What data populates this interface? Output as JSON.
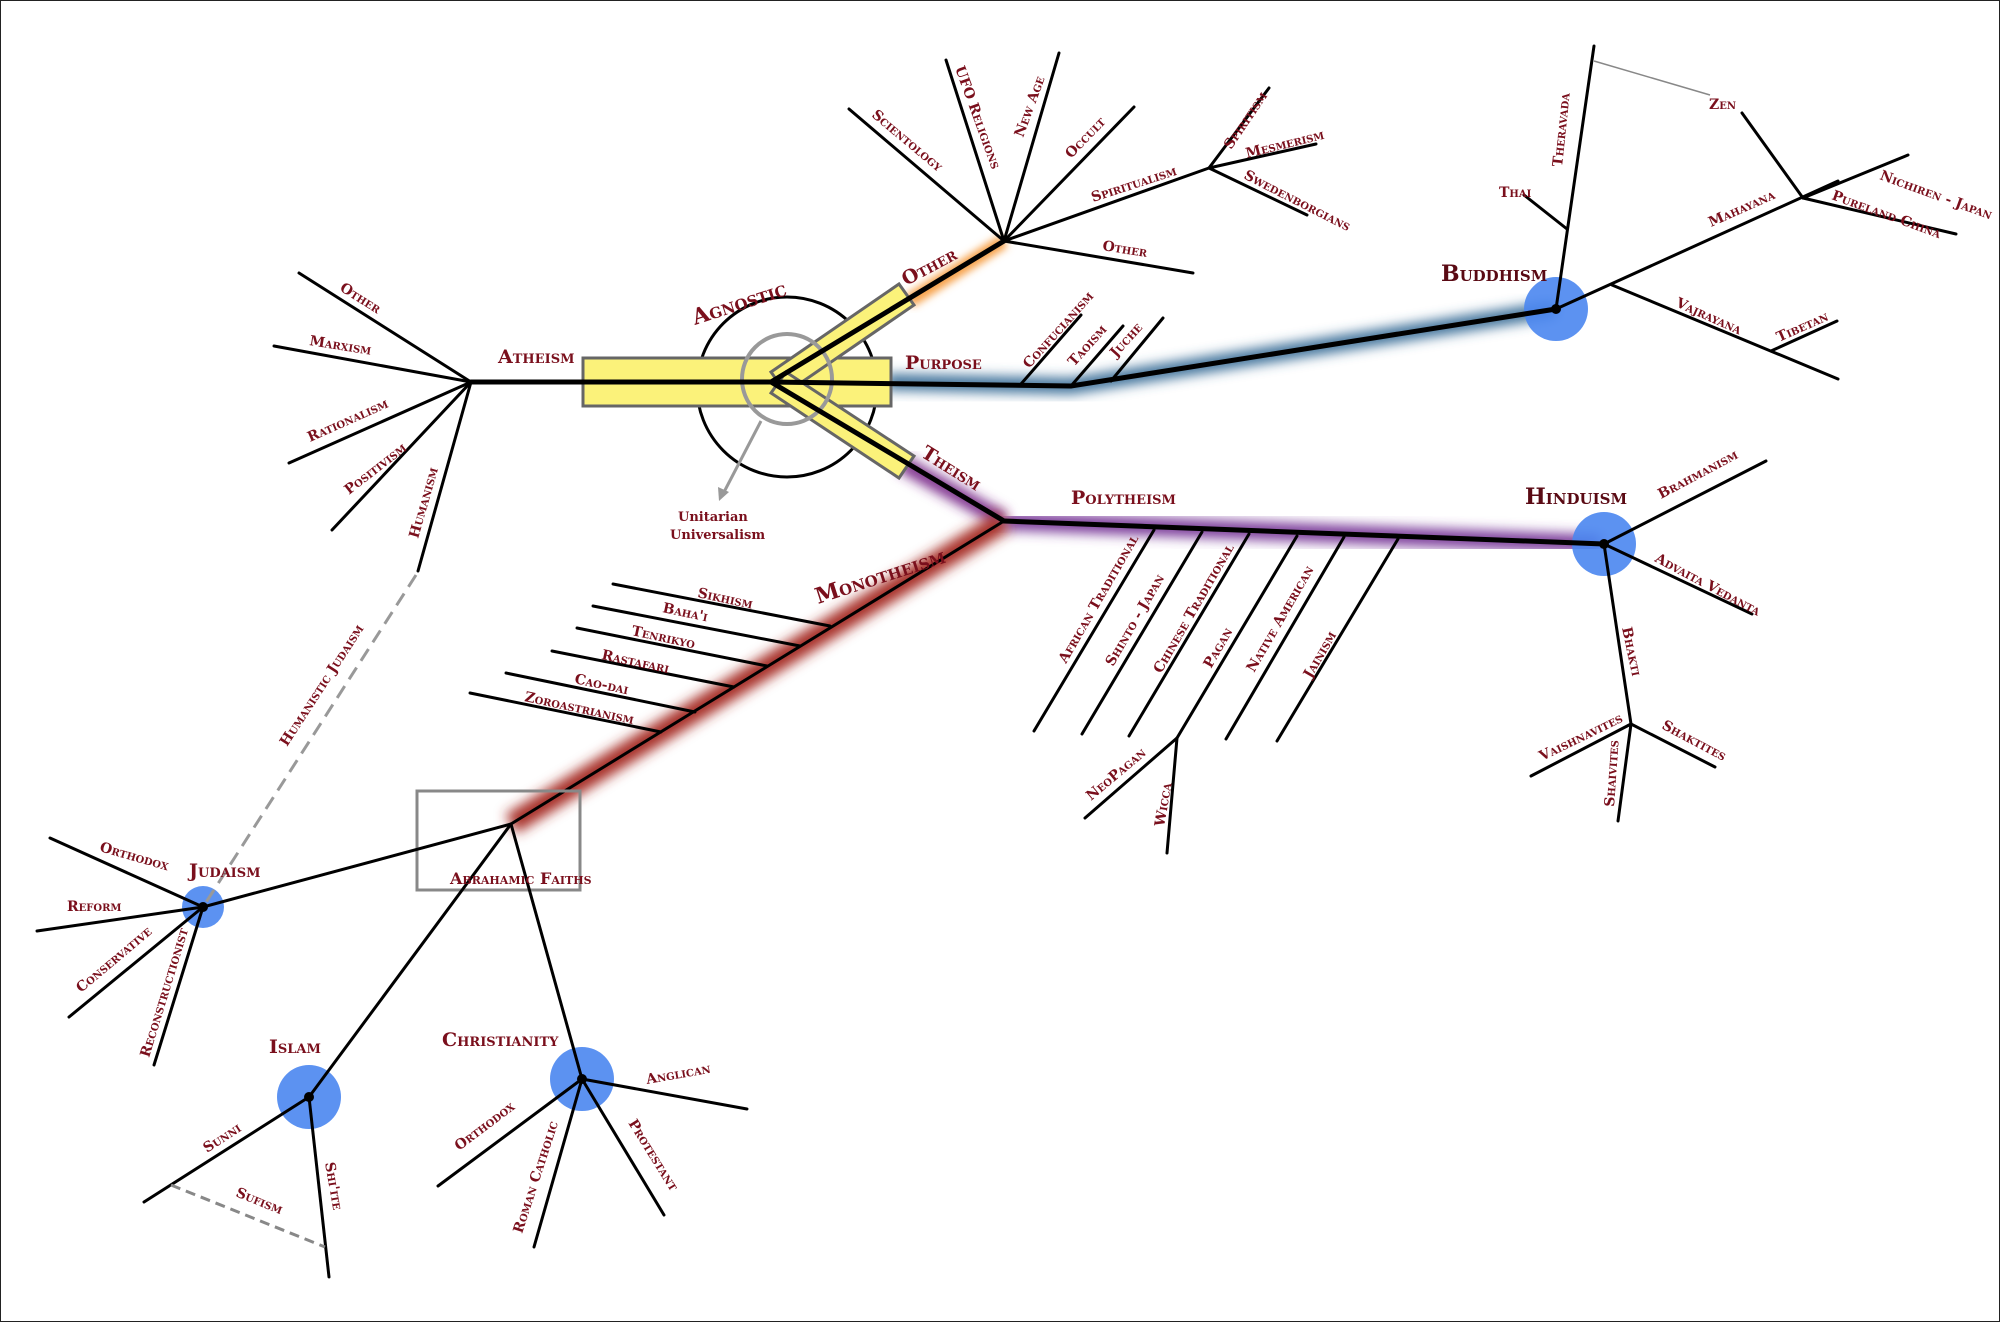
{
  "center": {
    "agnostic": "Agnostic",
    "atheism": "Atheism",
    "purpose": "Purpose",
    "other": "Other",
    "theism": "Theism",
    "unitarian_line1": "Unitarian",
    "unitarian_line2": "Universalism"
  },
  "atheism_branches": [
    "Other",
    "Marxism",
    "Rationalism",
    "Positivism",
    "Humanism"
  ],
  "humanistic_judaism": "Humanistic Judaism",
  "other_branches": [
    "Scientology",
    "UFO Religions",
    "New Age",
    "Occult",
    "Spiritualism",
    "Other"
  ],
  "spiritualism_branches": [
    "Spiritism",
    "Mesmerism",
    "Swedenborgians"
  ],
  "purpose_branches": [
    "Confucianism",
    "Taoism",
    "Juche"
  ],
  "buddhism": {
    "title": "Buddhism",
    "theravada": "Theravada",
    "thai": "Thai",
    "zen": "Zen",
    "mahayana": "Mahayana",
    "nichiren": "Nichiren - Japan",
    "pureland": "Pureland China",
    "vajrayana": "Vajrayana",
    "tibetan": "Tibetan"
  },
  "polytheism": {
    "title": "Polytheism",
    "branches": [
      "African Traditional",
      "Shinto - Japan",
      "Chinese Traditional",
      "Pagan",
      "Native American",
      "Jainism"
    ],
    "neopagan": "NeoPagan",
    "wicca": "Wicca"
  },
  "hinduism": {
    "title": "Hinduism",
    "brahmanism": "Brahmanism",
    "advaita": "Advaita Vedanta",
    "bhakti": "Bhakti",
    "vaishnavites": "Vaishnavites",
    "shaivites": "Shaivites",
    "shaktites": "Shaktites"
  },
  "monotheism": {
    "title": "Monotheism",
    "branches": [
      "Sikhism",
      "Baha'i",
      "Tenrikyo",
      "Rastafari",
      "Cao-dai",
      "Zoroastrianism"
    ],
    "abrahamic": "Abrahamic Faiths"
  },
  "judaism": {
    "title": "Judaism",
    "branches": [
      "Orthodox",
      "Reform",
      "Conservative",
      "Reconstructionist"
    ]
  },
  "islam": {
    "title": "Islam",
    "sunni": "Sunni",
    "shiite": "Shi'ite",
    "sufism": "Sufism"
  },
  "christianity": {
    "title": "Christianity",
    "branches": [
      "Orthodox",
      "Roman Catholic",
      "Protestant",
      "Anglican"
    ]
  },
  "colors": {
    "label": "#7a0f1c",
    "hub": "#4a86f0",
    "agnostic_fill": "#fbf27a",
    "atheism_glow": "#6fe27a",
    "other_glow": "#f7a14a",
    "purpose_glow": "#3b6e98",
    "theism_glow": "#7a2a8a",
    "monotheism_glow": "#a8322a",
    "polytheism_glow": "#7a3a9a"
  }
}
